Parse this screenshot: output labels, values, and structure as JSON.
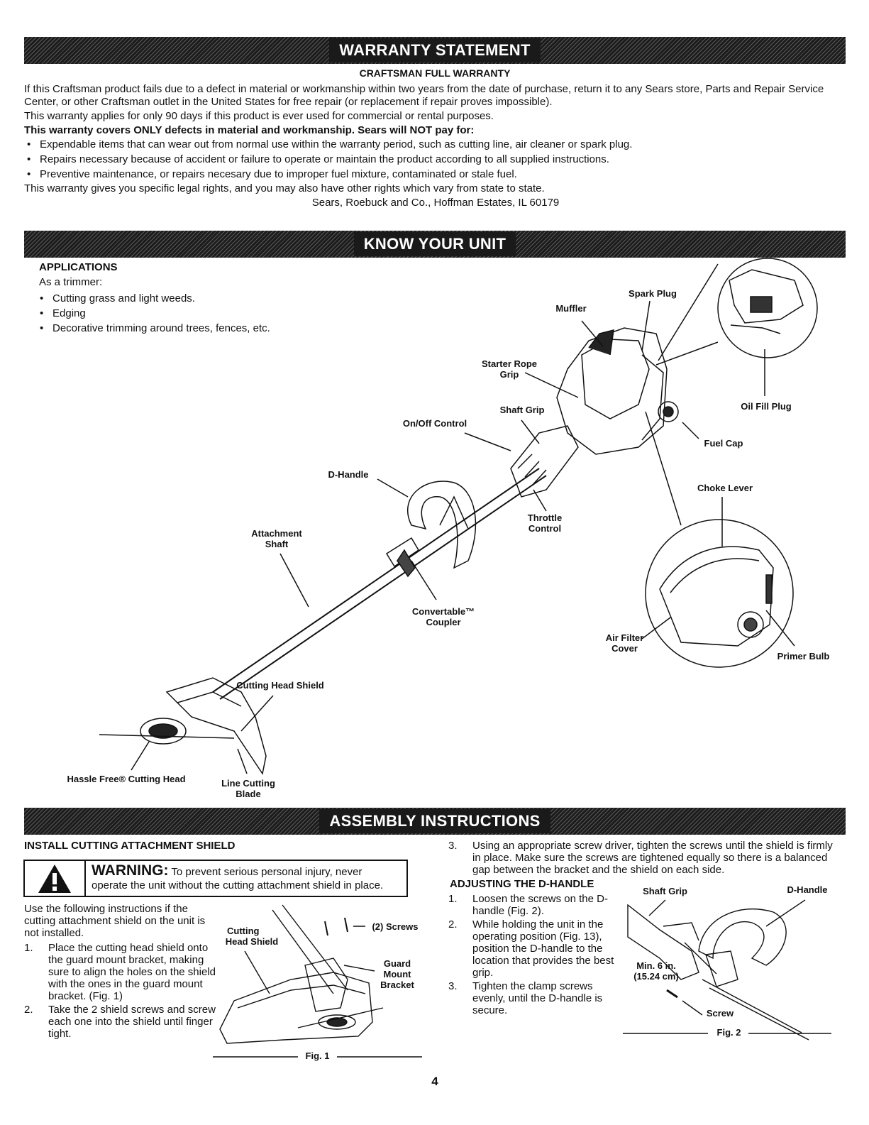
{
  "warranty": {
    "banner": "WARRANTY STATEMENT",
    "heading": "CRAFTSMAN FULL WARRANTY",
    "p1": "If this Craftsman product fails due to a defect in material or workmanship within two years from the date of purchase, return it to any Sears store, Parts and Repair Service Center, or other Craftsman outlet in the United States for free repair (or replacement if repair proves impossible).",
    "p2": "This warranty applies for only 90 days if this product is ever used for commercial or rental purposes.",
    "p3": "This warranty covers ONLY defects in material and workmanship.  Sears will NOT pay for:",
    "bullets": [
      "Expendable items that can wear out from normal use within the warranty period, such as cutting line, air cleaner or spark plug.",
      "Repairs necessary because of accident or failure to operate or maintain the product according to all supplied instructions.",
      "Preventive maintenance, or repairs necesary due to improper fuel mixture, contaminated or stale fuel."
    ],
    "p4": "This warranty gives you specific legal rights, and you may also have other rights which vary from state to state.",
    "address": "Sears, Roebuck and Co., Hoffman Estates, IL 60179"
  },
  "know_unit": {
    "banner": "KNOW YOUR UNIT",
    "applications_title": "APPLICATIONS",
    "intro": "As a trimmer:",
    "bullets": [
      "Cutting grass and light weeds.",
      "Edging",
      "Decorative trimming around trees, fences, etc."
    ],
    "labels": {
      "spark_plug": "Spark Plug",
      "muffler": "Muffler",
      "starter_rope_1": "Starter Rope",
      "starter_rope_2": "Grip",
      "oil_fill_plug": "Oil Fill Plug",
      "shaft_grip": "Shaft Grip",
      "on_off_control": "On/Off Control",
      "fuel_cap": "Fuel Cap",
      "d_handle": "D-Handle",
      "choke_lever": "Choke Lever",
      "throttle_1": "Throttle",
      "throttle_2": "Control",
      "attachment_1": "Attachment",
      "attachment_2": "Shaft",
      "convertable_1": "Convertable™",
      "convertable_2": "Coupler",
      "air_filter_1": "Air Filter",
      "air_filter_2": "Cover",
      "primer_bulb": "Primer Bulb",
      "cutting_head_shield": "Cutting Head Shield",
      "hassle_free": "Hassle Free® Cutting Head",
      "line_cutting_1": "Line Cutting",
      "line_cutting_2": "Blade"
    }
  },
  "assembly": {
    "banner": "ASSEMBLY INSTRUCTIONS",
    "install_title": "INSTALL CUTTING ATTACHMENT SHIELD",
    "warning_word": "WARNING:",
    "warning_text": " To prevent serious personal injury, never operate the unit without the cutting attachment shield in place.",
    "intro": "Use the following instructions if the cutting attachment shield on the unit is not installed.",
    "steps": [
      {
        "num": "1.",
        "text": "Place the cutting head shield onto the guard mount bracket, making sure to align the holes on the shield with the ones in the guard mount bracket. (Fig. 1)"
      },
      {
        "num": "2.",
        "text": "Take the 2 shield screws and screw each one into the shield until finger tight."
      }
    ],
    "fig1": {
      "cutting_1": "Cutting",
      "cutting_2": "Head Shield",
      "screws": "(2) Screws",
      "guard_1": "Guard",
      "guard_2": "Mount",
      "guard_3": "Bracket",
      "caption": "Fig. 1"
    },
    "step3": {
      "num": "3.",
      "text": "Using an appropriate screw driver, tighten the screws until the shield is firmly in place. Make sure the screws are tightened equally so there is a balanced gap between the bracket and the shield on each side."
    },
    "dhandle_title": "ADJUSTING THE D-HANDLE",
    "dhandle_steps": [
      {
        "num": "1.",
        "text": "Loosen the screws on the D-handle (Fig. 2)."
      },
      {
        "num": "2.",
        "text": "While holding the unit in the operating position (Fig. 13), position the D-handle to the location that provides the best grip."
      },
      {
        "num": "3.",
        "text": "Tighten the clamp screws evenly, until the D-handle is secure."
      }
    ],
    "fig2": {
      "shaft_grip": "Shaft Grip",
      "d_handle": "D-Handle",
      "min_1": "Min. 6 in.",
      "min_2": "(15.24 cm)",
      "screw": "Screw",
      "caption": "Fig. 2"
    }
  },
  "page_number": "4"
}
